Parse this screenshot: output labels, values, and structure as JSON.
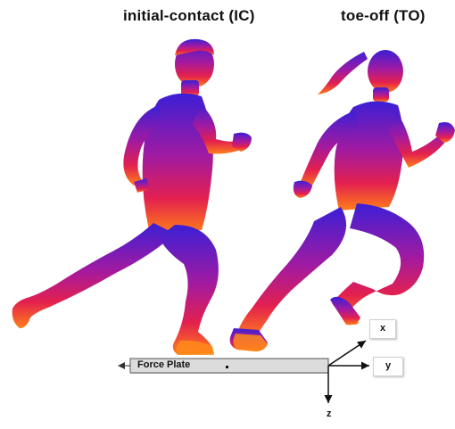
{
  "labels": {
    "initial_contact": "initial-contact (IC)",
    "toe_off": "toe-off (TO)"
  },
  "force_plate": {
    "label": "Force Plate"
  },
  "axes": {
    "x": "x",
    "y": "y",
    "z": "z"
  },
  "colors": {
    "gradient_top": "#3b1fd6",
    "gradient_mid": "#d01a6e",
    "gradient_bottom": "#ff7a1a",
    "plate_fill": "#dcdcdc",
    "plate_border": "#555555"
  },
  "icons": [
    "male-runner-silhouette",
    "female-runner-silhouette",
    "force-plate",
    "axis-arrows"
  ]
}
